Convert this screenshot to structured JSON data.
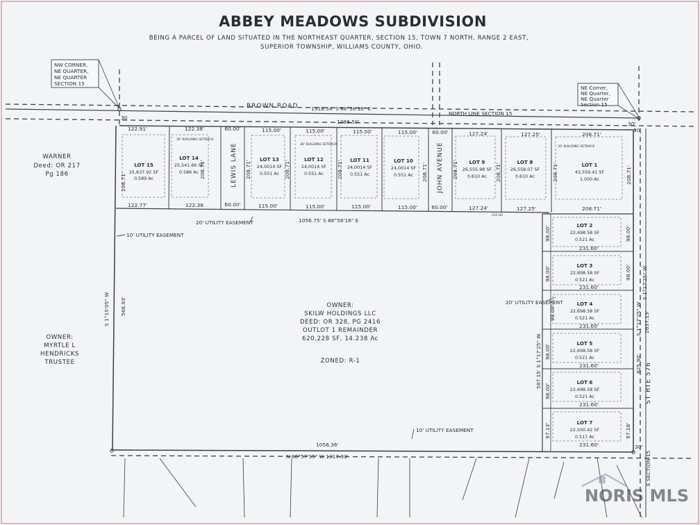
{
  "title": "ABBEY MEADOWS SUBDIVISION",
  "subtitle_line1": "BEING A PARCEL OF LAND SITUATED IN THE NORTHEAST QUARTER, SECTION 15, TOWN 7 NORTH, RANGE 2 EAST,",
  "subtitle_line2": "SUPERIOR TOWNSHIP, WILLIAMS COUNTY, OHIO.",
  "nw_corner": [
    "NW CORNER,",
    "NE QUARTER,",
    "NE QUARTER",
    "SECTION 15"
  ],
  "ne_corner": [
    "NE Corner,",
    "NE Quarter,",
    "NE Quarter",
    "Section 15"
  ],
  "roads": {
    "brown_road": "BROWN ROAD",
    "brown_bearing": "1318.54'   S 88°58'16\" E",
    "brown_inner": "1288.50'",
    "north_line": "NORTH LINE SECTION 15",
    "lewis_lane": "LEWIS LANE",
    "john_avenue": "JOHN AVENUE",
    "st_rte": "ST RTE 576",
    "section_15": "E SECTION 15"
  },
  "lots": {
    "lot15": {
      "name": "LOT 15",
      "sf": "25,637.92 SF",
      "ac": "0.589 Ac"
    },
    "lot14": {
      "name": "LOT 14",
      "sf": "25,541.66 SF",
      "ac": "0.586 Ac"
    },
    "lot13": {
      "name": "LOT 13",
      "sf": "24,0014 SF",
      "ac": "0.551 Ac"
    },
    "lot12": {
      "name": "LOT 12",
      "sf": "24,0014 SF",
      "ac": "0.551 Ac"
    },
    "lot11": {
      "name": "LOT 11",
      "sf": "24,0014 SF",
      "ac": "0.551 Ac"
    },
    "lot10": {
      "name": "LOT 10",
      "sf": "24,0014 SF",
      "ac": "0.551 Ac"
    },
    "lot9": {
      "name": "LOT 9",
      "sf": "26,555.98 SF",
      "ac": "0.610 Ac"
    },
    "lot8": {
      "name": "LOT 8",
      "sf": "26,558.07 SF",
      "ac": "0.610 Ac"
    },
    "lot1": {
      "name": "LOT 1",
      "sf": "43,559.41 SF",
      "ac": "1.000 Ac"
    },
    "lot2": {
      "name": "LOT 2",
      "sf": "22,698.58 SF",
      "ac": "0.521 Ac"
    },
    "lot3": {
      "name": "LOT 3",
      "sf": "22,698.58 SF",
      "ac": "0.521 Ac"
    },
    "lot4": {
      "name": "LOT 4",
      "sf": "22,698.58 SF",
      "ac": "0.521 Ac"
    },
    "lot5": {
      "name": "LOT 5",
      "sf": "22,698.58 SF",
      "ac": "0.521 Ac"
    },
    "lot6": {
      "name": "LOT 6",
      "sf": "22,698.58 SF",
      "ac": "0.521 Ac"
    },
    "lot7": {
      "name": "LOT 7",
      "sf": "22,500.42 SF",
      "ac": "0.517 Ac"
    }
  },
  "dims": {
    "l15_top": "122.91'",
    "l14_top": "122.38'",
    "lewis_top": "60.00'",
    "l13_top": "115.00'",
    "l12_top": "115.00'",
    "l11_top": "115.00'",
    "l10_top": "115.00'",
    "john_top": "60.00'",
    "l9_top": "127.24'",
    "l8_top": "127.25'",
    "l1_top": "208.71'",
    "l15_bot": "122.77'",
    "l14_bot": "122.38",
    "lewis_bot": "60.00'",
    "l13_bot": "115.00'",
    "l12_bot": "115.00'",
    "l11_bot": "115.00'",
    "l10_bot": "115.00'",
    "john_bot": "60.00'",
    "l9_bot": "127.24'",
    "l8_bot": "127.25'",
    "l1_bot": "208.71'",
    "depth": "208.71'",
    "south_line_bearing": "1056.75'   S 88°58'16\" E",
    "south_small": "231.60",
    "east_lot_depth": "98.00'",
    "east_lot_width": "231.60'",
    "lot7_west": "97.13'",
    "lot7_east": "97.18'",
    "west_bearing": "S 1°15'05\" W",
    "west_dist": "566.93'",
    "inner_bearing": "587.15'   S 1°17'25\" W",
    "east_bearing": "S 1°17'25\" W",
    "east_dist_a": "825.90'",
    "east_dist_b": "2637.13'",
    "bottom_dist": "1056.36'",
    "bottom_bearing": "N 88°57'35\" W    1317.93'",
    "thirty": "30'",
    "thirty_b": "30",
    "setback_30": "30' BUILDING SETBACK"
  },
  "easements": {
    "utility_20": "20' UTILITY EASEMENT",
    "utility_10": "10' UTILITY EASEMENT"
  },
  "neighbors": {
    "warner": [
      "WARNER",
      "Deed: OR 217",
      "Pg 186"
    ],
    "hendricks": [
      "OWNER:",
      "MYRTLE L",
      "HENDRICKS",
      "TRUSTEE"
    ]
  },
  "main_owner": {
    "l1": "OWNER:",
    "l2": "SKILW HOLDINGS LLC",
    "l3": "DEED: OR 328, PG 2416",
    "l4": "OUTLOT 1 REMAINDER",
    "l5": "620,228 SF, 14.238 Ac",
    "zoned": "ZONED: R-1"
  },
  "watermark": "NORIS MLS"
}
